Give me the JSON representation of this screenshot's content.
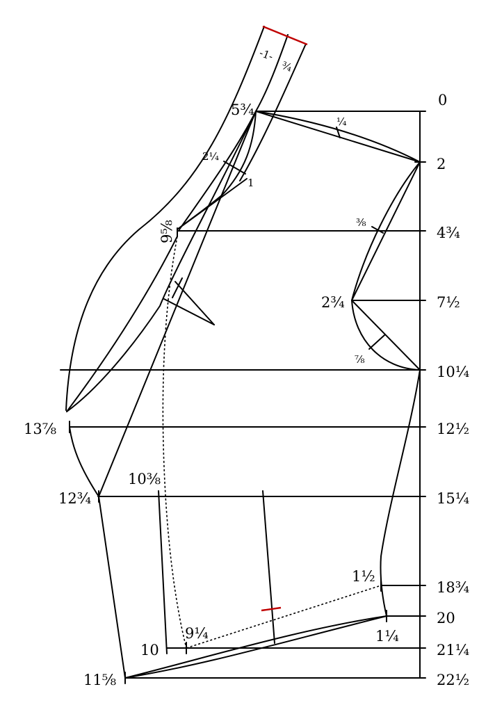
{
  "scale": {
    "labels": [
      "0",
      "2",
      "4¾",
      "7½",
      "10¼",
      "12½",
      "15¼",
      "18¾",
      "20",
      "21¼",
      "22½"
    ]
  },
  "points": {
    "p5_3_4": "5¾",
    "p9_5_8": "9⅝",
    "p2_3_4": "2¾",
    "p13_7_8": "13⅞",
    "p12_3_4": "12¾",
    "p10_3_8": "10⅜",
    "p10": "10",
    "p9_1_4": "9¼",
    "p11_5_8": "11⅝",
    "p1_1_2": "1½",
    "p1_1_4": "1¼"
  },
  "measures": {
    "m1_4": "¼",
    "m2_1_4": "2¼",
    "m1": "1",
    "m3_8": "⅜",
    "m7_8": "⅞"
  },
  "collar": {
    "label_1": "-1-",
    "label_3_4": "¾"
  }
}
